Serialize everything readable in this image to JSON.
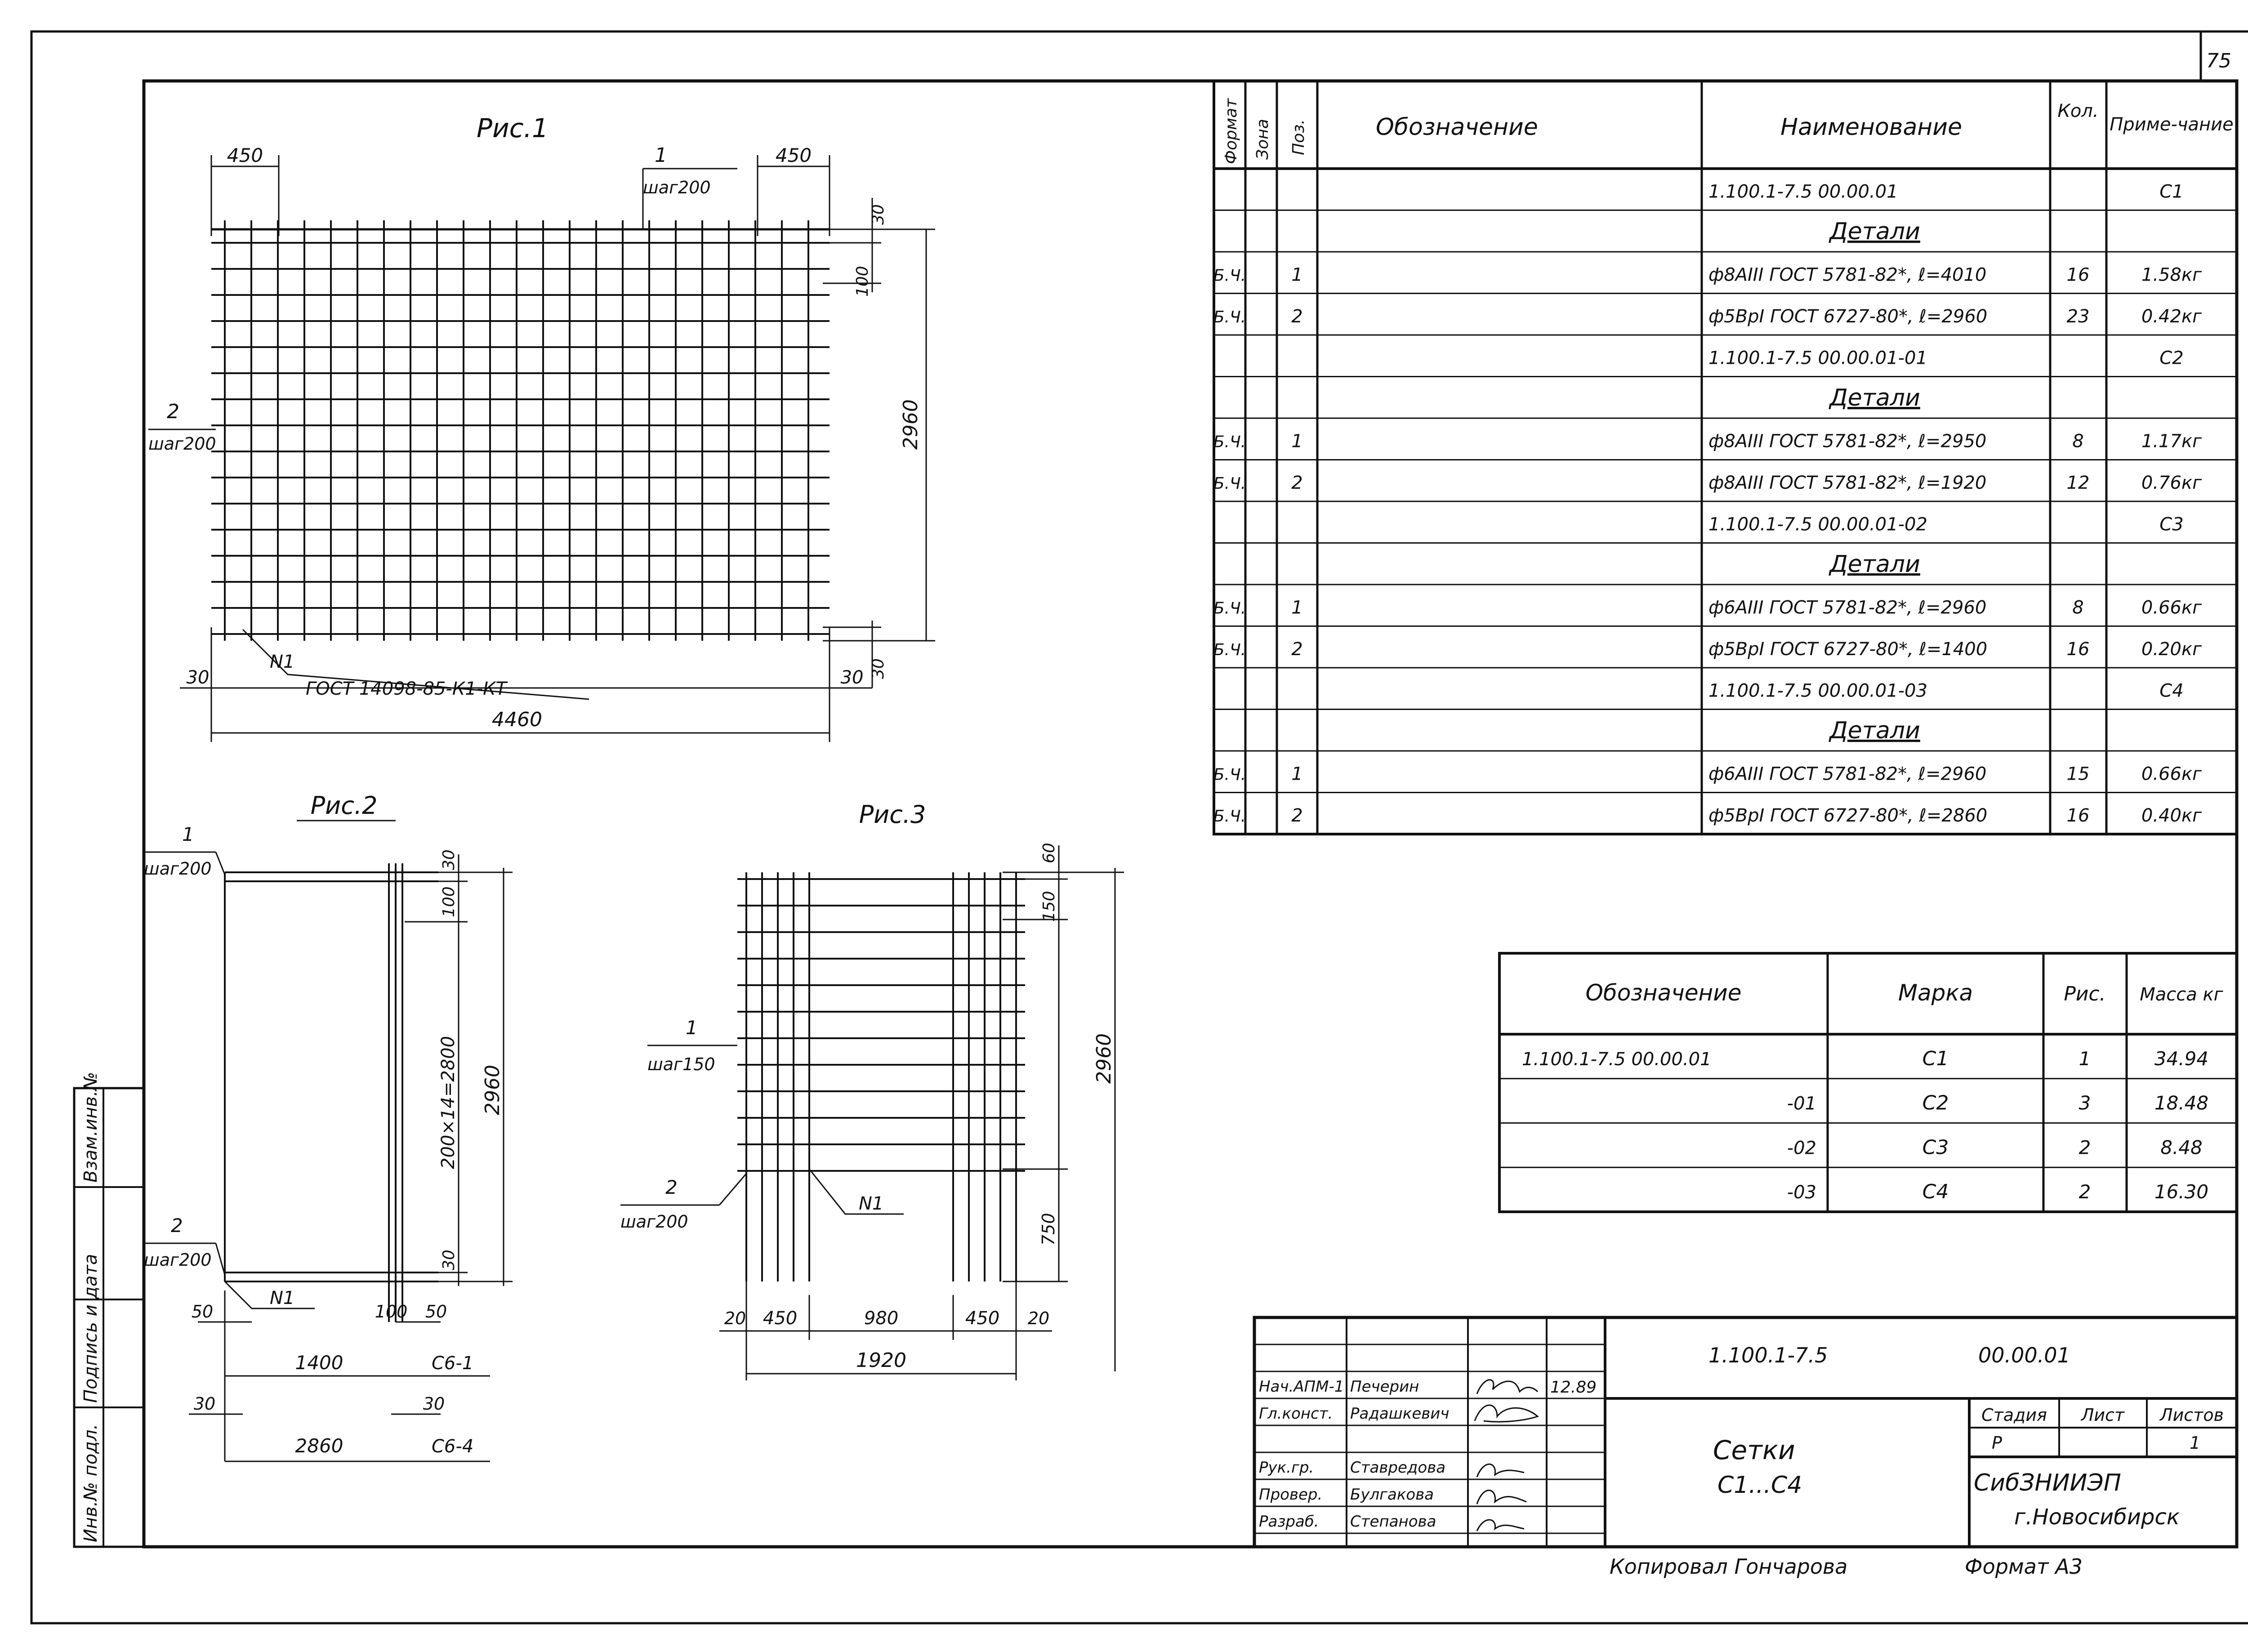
{
  "sheet_number": "75",
  "fig1": {
    "title": "Рис.1",
    "dim_top_left": "450",
    "dim_top_right": "450",
    "dim_30_top": "30",
    "dim_100": "100",
    "dim_height": "2960",
    "dim_30_bottom": "30",
    "dim_30_left": "30",
    "dim_30_right": "30",
    "dim_width": "4460",
    "bar1_label": "1",
    "bar1_step": "шаг200",
    "bar2_label": "2",
    "bar2_step": "шаг200",
    "weld_label": "N1",
    "gost_label": "ГОСТ 14098-85-К1-КТ"
  },
  "fig2": {
    "title": "Рис.2",
    "bar1_label": "1",
    "bar1_step": "шаг200",
    "bar2_label": "2",
    "bar2_step": "шаг200",
    "weld_label": "N1",
    "dim_30_top": "30",
    "dim_100": "100",
    "dim_spacing": "200×14=2800",
    "dim_height": "2960",
    "dim_30_bottom": "30",
    "dim_50_left": "50",
    "dim_50_right": "50",
    "dim_100_bottom": "100",
    "dim_1400": "1400",
    "mark_c61": "С6-1",
    "dim_30_left2": "30",
    "dim_30_right2": "30",
    "dim_2860": "2860",
    "mark_c64": "С6-4"
  },
  "fig3": {
    "title": "Рис.3",
    "dim_60": "60",
    "dim_150": "150",
    "dim_height": "2960",
    "bar1_label": "1",
    "bar1_step": "шаг150",
    "bar2_label": "2",
    "bar2_step": "шаг200",
    "weld_label": "N1",
    "dim_750": "750",
    "dim_20_left": "20",
    "dim_450_left": "450",
    "dim_980": "980",
    "dim_450_right": "450",
    "dim_20_right": "20",
    "dim_1920": "1920"
  },
  "spec": {
    "headers": [
      "Формат",
      "Зона",
      "Поз.",
      "Обозначение",
      "Наименование",
      "Кол.",
      "Приме-чание"
    ],
    "rows": [
      {
        "format": "",
        "pos": "",
        "name": "1.100.1-7.5        00.00.01",
        "qty": "",
        "note": "С1",
        "type": "doc"
      },
      {
        "format": "",
        "pos": "",
        "name": "Детали",
        "qty": "",
        "note": "",
        "type": "section"
      },
      {
        "format": "Б.Ч.",
        "pos": "1",
        "name": "ф8АIII ГОСТ 5781-82*, ℓ=4010",
        "qty": "16",
        "note": "1.58кг",
        "type": "item"
      },
      {
        "format": "Б.Ч.",
        "pos": "2",
        "name": "ф5ВрI ГОСТ 6727-80*, ℓ=2960",
        "qty": "23",
        "note": "0.42кг",
        "type": "item"
      },
      {
        "format": "",
        "pos": "",
        "name": "1.100.1-7.5        00.00.01-01",
        "qty": "",
        "note": "С2",
        "type": "doc"
      },
      {
        "format": "",
        "pos": "",
        "name": "Детали",
        "qty": "",
        "note": "",
        "type": "section"
      },
      {
        "format": "Б.Ч.",
        "pos": "1",
        "name": "ф8АIII ГОСТ 5781-82*, ℓ=2950",
        "qty": "8",
        "note": "1.17кг",
        "type": "item"
      },
      {
        "format": "Б.Ч.",
        "pos": "2",
        "name": "ф8АIII ГОСТ 5781-82*, ℓ=1920",
        "qty": "12",
        "note": "0.76кг",
        "type": "item"
      },
      {
        "format": "",
        "pos": "",
        "name": "1.100.1-7.5        00.00.01-02",
        "qty": "",
        "note": "С3",
        "type": "doc"
      },
      {
        "format": "",
        "pos": "",
        "name": "Детали",
        "qty": "",
        "note": "",
        "type": "section"
      },
      {
        "format": "Б.Ч.",
        "pos": "1",
        "name": "ф6АIII ГОСТ 5781-82*, ℓ=2960",
        "qty": "8",
        "note": "0.66кг",
        "type": "item"
      },
      {
        "format": "Б.Ч.",
        "pos": "2",
        "name": "ф5ВрI ГОСТ 6727-80*, ℓ=1400",
        "qty": "16",
        "note": "0.20кг",
        "type": "item"
      },
      {
        "format": "",
        "pos": "",
        "name": "1.100.1-7.5        00.00.01-03",
        "qty": "",
        "note": "С4",
        "type": "doc"
      },
      {
        "format": "",
        "pos": "",
        "name": "Детали",
        "qty": "",
        "note": "",
        "type": "section"
      },
      {
        "format": "Б.Ч.",
        "pos": "1",
        "name": "ф6АIII ГОСТ 5781-82*, ℓ=2960",
        "qty": "15",
        "note": "0.66кг",
        "type": "item"
      },
      {
        "format": "Б.Ч.",
        "pos": "2",
        "name": "ф5ВрI ГОСТ 6727-80*, ℓ=2860",
        "qty": "16",
        "note": "0.40кг",
        "type": "item"
      }
    ]
  },
  "mass_table": {
    "headers": [
      "Обозначение",
      "Марка",
      "Рис.",
      "Масса кг"
    ],
    "rows": [
      {
        "code": "1.100.1-7.5      00.00.01",
        "mark": "С1",
        "fig": "1",
        "mass": "34.94"
      },
      {
        "code": "-01",
        "mark": "С2",
        "fig": "3",
        "mass": "18.48"
      },
      {
        "code": "-02",
        "mark": "С3",
        "fig": "2",
        "mass": "8.48"
      },
      {
        "code": "-03",
        "mark": "С4",
        "fig": "2",
        "mass": "16.30"
      }
    ]
  },
  "title_block": {
    "code": "1.100.1-7.5",
    "code2": "00.00.01",
    "name_line1": "Сетки",
    "name_line2": "С1...С4",
    "stage_label": "Стадия",
    "sheet_label": "Лист",
    "sheets_label": "Листов",
    "stage": "Р",
    "sheets": "1",
    "org_line1": "СибЗНИИЭП",
    "org_line2": "г.Новосибирск",
    "date": "12.89",
    "people": [
      {
        "role": "Нач.АПМ-1",
        "name": "Печерин"
      },
      {
        "role": "Гл.конст.",
        "name": "Радашкевич"
      },
      {
        "role": "",
        "name": ""
      },
      {
        "role": "Рук.гр.",
        "name": "Ставредова"
      },
      {
        "role": "Провер.",
        "name": "Булгакова"
      },
      {
        "role": "Разраб.",
        "name": "Степанова"
      }
    ]
  },
  "side_stamp": {
    "inv": "Инв.№ подл.",
    "sign": "Подпись и дата",
    "vzam": "Взам.инв.№"
  },
  "footer": {
    "copied": "Копировал Гончарова",
    "format": "Формат А3"
  }
}
